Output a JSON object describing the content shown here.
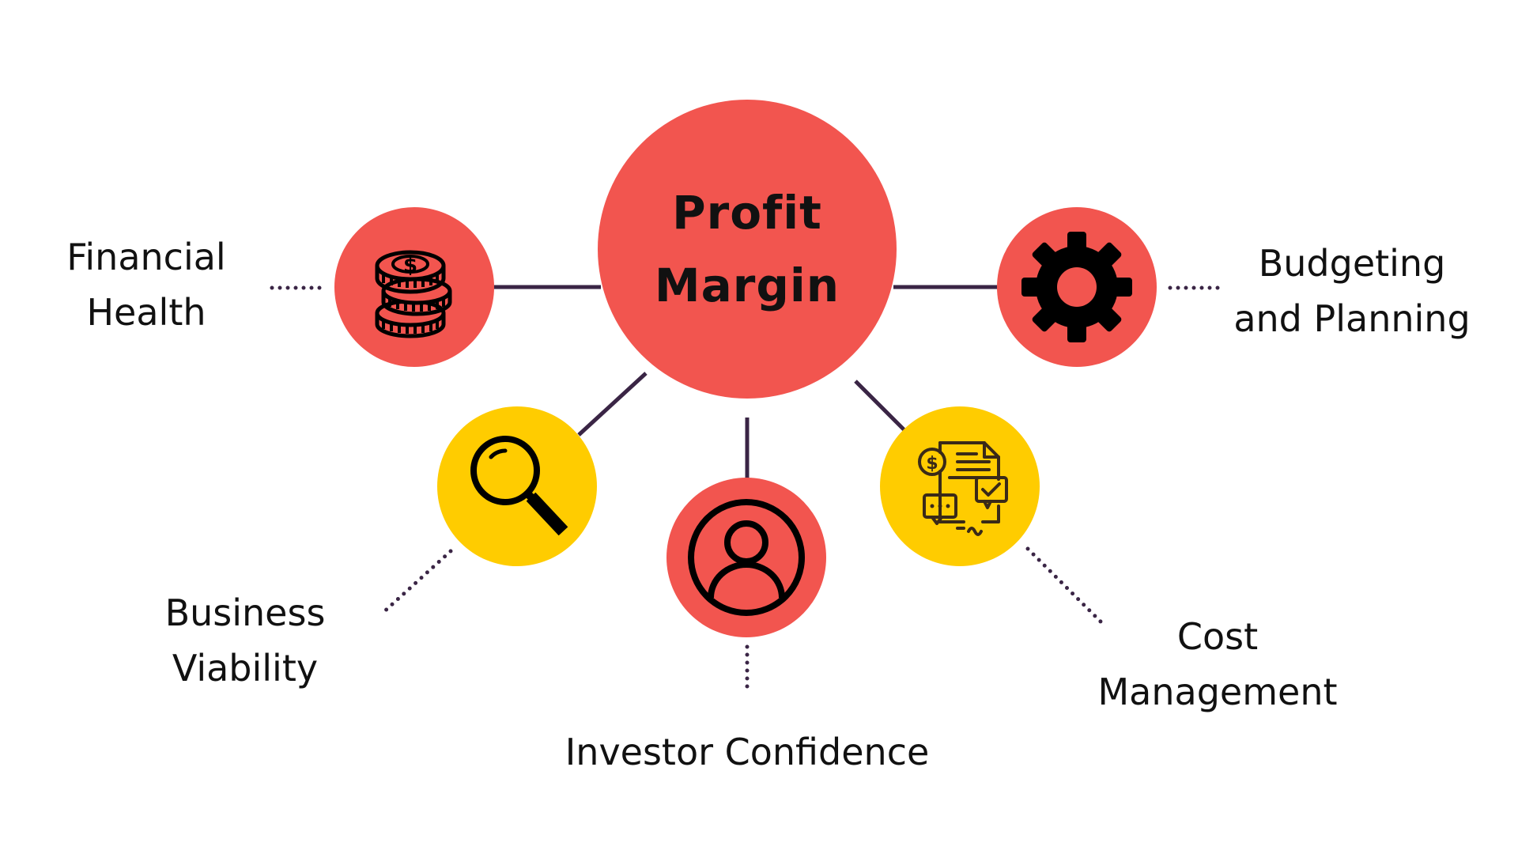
{
  "colors": {
    "primary_red": "#F2554F",
    "accent_yellow": "#FFCC00",
    "connector": "#3A2545",
    "text": "#111111",
    "icon_dark": "#000000",
    "icon_outline": "#3A2A18"
  },
  "center": {
    "title_line1": "Profit",
    "title_line2": "Margin"
  },
  "nodes": {
    "financial_health": {
      "label": "Financial\nHealth",
      "icon": "coins-icon",
      "color": "#F2554F"
    },
    "budgeting_planning": {
      "label": "Budgeting\nand Planning",
      "icon": "gear-icon",
      "color": "#F2554F"
    },
    "business_viability": {
      "label": "Business\nViability",
      "icon": "magnifier-icon",
      "color": "#FFCC00"
    },
    "investor_confidence": {
      "label": "Investor Confidence",
      "icon": "user-icon",
      "color": "#F2554F"
    },
    "cost_management": {
      "label": "Cost\nManagement",
      "icon": "invoice-icon",
      "color": "#FFCC00"
    }
  }
}
